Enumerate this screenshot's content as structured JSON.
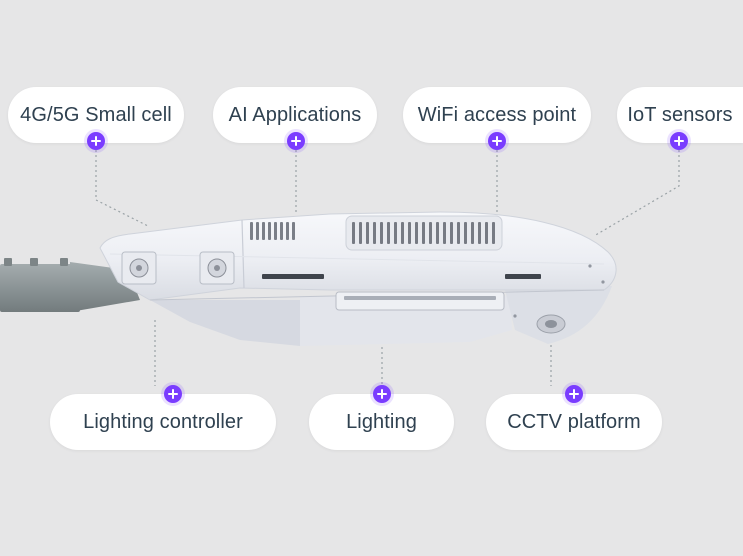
{
  "labels": {
    "small_cell": "4G/5G Small cell",
    "ai_applications": "AI Applications",
    "wifi_access_point": "WiFi access point",
    "iot_sensors": "IoT sensors",
    "lighting_controller": "Lighting controller",
    "lighting": "Lighting",
    "cctv_platform": "CCTV platform"
  },
  "icons": {
    "hotspot": "plus-icon"
  },
  "colors": {
    "background": "#e6e6e7",
    "pill": "#ffffff",
    "text": "#2f4150",
    "accent": "#7a3cff",
    "lamp_body": "#f1f2f6",
    "pole": "#8d9698"
  }
}
